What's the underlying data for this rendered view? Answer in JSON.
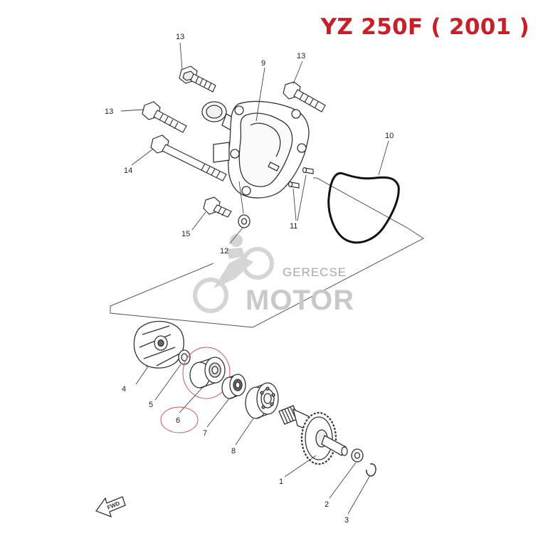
{
  "title": "YZ 250F ( 2001 )",
  "watermark": {
    "line1": "GERECSE",
    "line2": "MOTOR"
  },
  "fwd_label": "FWD",
  "callouts": {
    "p1": "1",
    "p2": "2",
    "p3": "3",
    "p4": "4",
    "p5": "5",
    "p6": "6",
    "p7": "7",
    "p8": "8",
    "p9": "9",
    "p10": "10",
    "p11": "11",
    "p12": "12",
    "p13a": "13",
    "p13b": "13",
    "p13c": "13",
    "p14": "14",
    "p15": "15"
  },
  "colors": {
    "title": "#c8202a",
    "highlight_circle": "#d9534f",
    "lines": "#333333",
    "watermark": "#c0c0c0"
  }
}
